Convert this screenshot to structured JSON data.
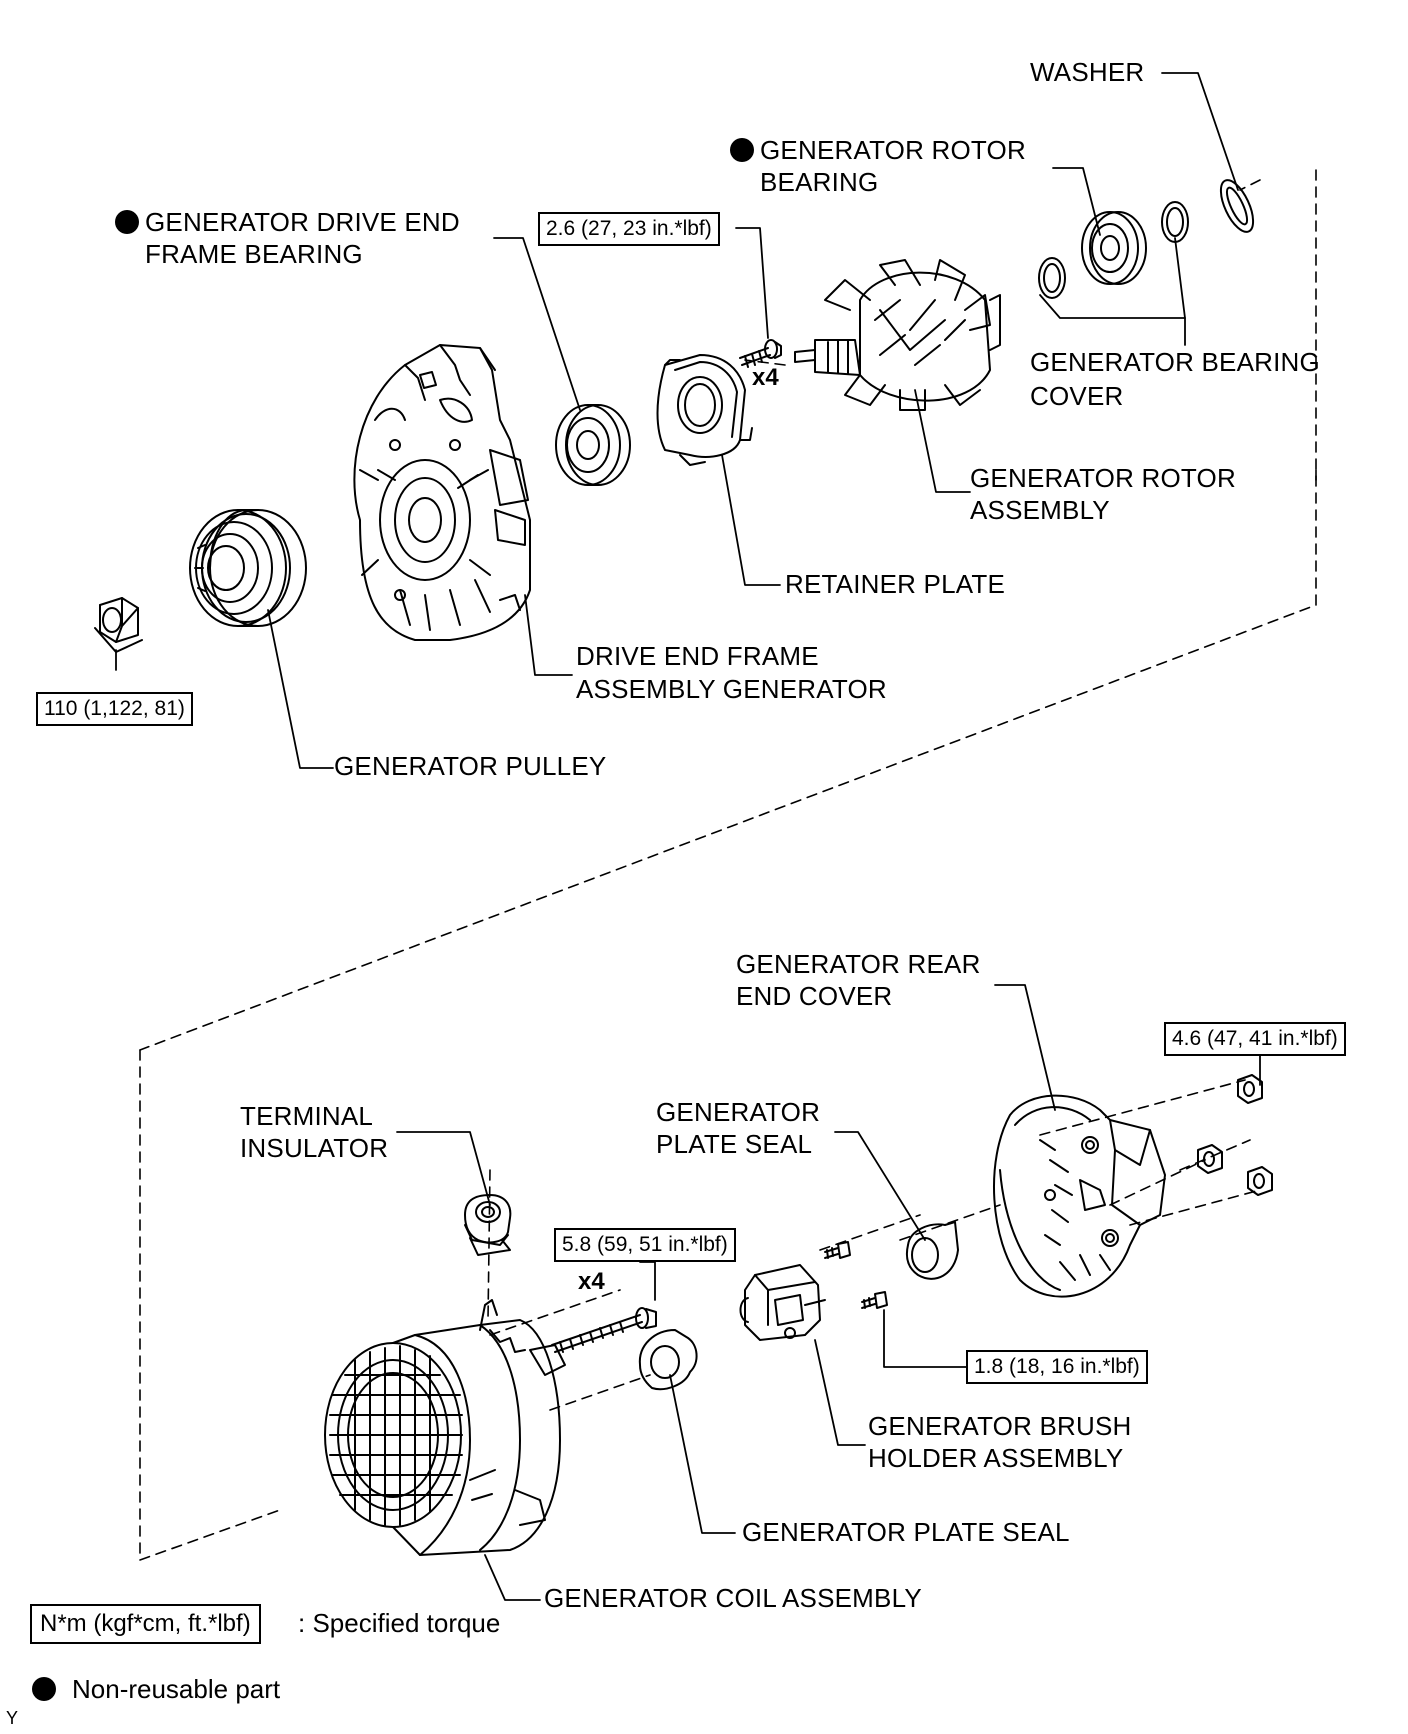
{
  "labels": {
    "washer": "WASHER",
    "rotor_bearing_1": "GENERATOR ROTOR",
    "rotor_bearing_2": "BEARING",
    "drive_end_bearing_1": "GENERATOR DRIVE END",
    "drive_end_bearing_2": "FRAME BEARING",
    "bearing_cover_1": "GENERATOR BEARING",
    "bearing_cover_2": "COVER",
    "rotor_assembly_1": "GENERATOR ROTOR",
    "rotor_assembly_2": "ASSEMBLY",
    "retainer_plate": "RETAINER PLATE",
    "drive_end_frame_1": "DRIVE END FRAME",
    "drive_end_frame_2": "ASSEMBLY GENERATOR",
    "pulley": "GENERATOR PULLEY",
    "rear_end_cover_1": "GENERATOR REAR",
    "rear_end_cover_2": "END COVER",
    "plate_seal_top_1": "GENERATOR",
    "plate_seal_top_2": "PLATE SEAL",
    "terminal_insulator_1": "TERMINAL",
    "terminal_insulator_2": "INSULATOR",
    "brush_holder_1": "GENERATOR BRUSH",
    "brush_holder_2": "HOLDER ASSEMBLY",
    "plate_seal_bottom": "GENERATOR PLATE SEAL",
    "coil_assembly": "GENERATOR COIL ASSEMBLY"
  },
  "torques": {
    "retainer_bolts": "2.6 (27, 23 in.*lbf)",
    "pulley_nut": "110 (1,122, 81)",
    "rear_cover_nuts": "4.6 (47, 41 in.*lbf)",
    "coil_bolts": "5.8 (59, 51 in.*lbf)",
    "brush_holder_screws": "1.8 (18, 16 in.*lbf)"
  },
  "quantities": {
    "retainer_bolts": "x4",
    "coil_bolts": "x4"
  },
  "legend": {
    "torque_box": "N*m (kgf*cm, ft.*lbf)",
    "torque_desc": ": Specified torque",
    "non_reusable": "Non-reusable part"
  },
  "footer_code": "Y"
}
